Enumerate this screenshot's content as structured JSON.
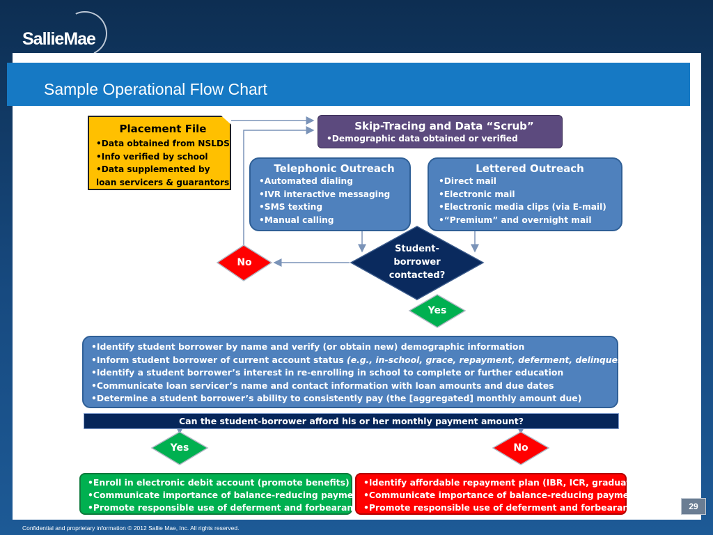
{
  "brand": {
    "logo_text": "SallieMae"
  },
  "slide": {
    "title": "Sample Operational Flow Chart",
    "page_number": "29",
    "footer": "Confidential and proprietary information © 2012 Sallie Mae, Inc. All rights reserved."
  },
  "placement": {
    "title": "Placement File",
    "items": [
      "•Data obtained from NSLDS",
      "•Info verified by school",
      "•Data supplemented by loan servicers & guarantors"
    ]
  },
  "skip_tracing": {
    "title": "Skip-Tracing  and Data “Scrub”",
    "item": "•Demographic data obtained or verified"
  },
  "telephonic": {
    "title": "Telephonic Outreach",
    "items": [
      "•Automated dialing",
      "•IVR interactive messaging",
      "•SMS texting",
      "•Manual calling"
    ]
  },
  "lettered": {
    "title": "Lettered Outreach",
    "items": [
      "•Direct mail",
      "•Electronic mail",
      "•Electronic media clips (via E-mail)",
      "•“Premium” and overnight mail"
    ]
  },
  "decision_contacted": {
    "line1": "Student-",
    "line2": "borrower",
    "line3": "contacted?",
    "no": "No",
    "yes": "Yes"
  },
  "info": {
    "items": [
      "•Identify student borrower by name and verify (or obtain new) demographic information",
      "•Communicate loan servicer’s name and contact information with loan amounts and due dates",
      "•Determine a student borrower’s ability to consistently pay (the [aggregated] monthly amount due)"
    ],
    "inform_prefix": "•Inform student borrower of current account status ",
    "inform_italic": "(e.g., in-school, grace, repayment, deferment, delinquency, etc.)",
    "reenroll": "•Identify a student borrower’s interest in re-enrolling in school to complete or further education"
  },
  "afford_question": "Can the student-borrower afford his or her monthly payment amount?",
  "afford_yes": "Yes",
  "afford_no": "No",
  "enroll": {
    "items": [
      "•Enroll in electronic debit account (promote benefits)",
      "•Communicate importance of balance-reducing payments",
      "•Promote responsible use of deferment and forbearance"
    ]
  },
  "repay": {
    "items": [
      "•Identify affordable repayment plan (IBR, ICR, graduated)",
      "•Communicate importance of balance-reducing payments",
      "•Promote responsible use of deferment and forbearance"
    ]
  },
  "colors": {
    "yellow": "#ffc000",
    "purple": "#5c4a7e",
    "blue": "#4f81bd",
    "navy": "#0a2a5e",
    "red": "#ff0000",
    "green": "#00b050",
    "title_bar": "#1679c4"
  }
}
